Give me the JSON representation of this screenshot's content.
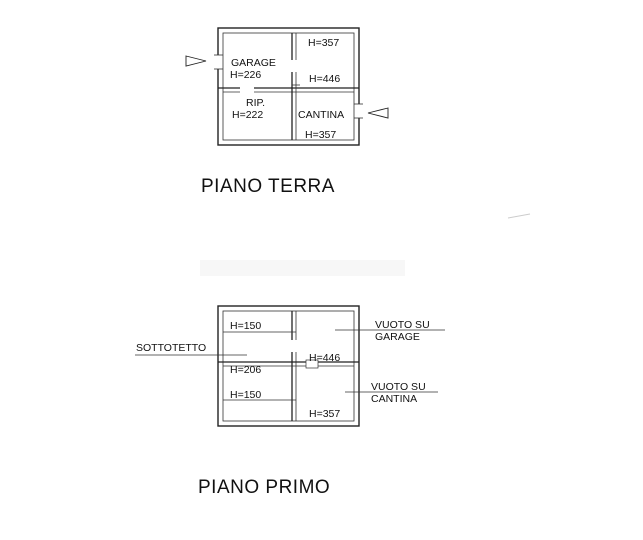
{
  "ground_floor": {
    "title": "PIANO TERRA",
    "garage_name": "GARAGE",
    "garage_height": "H=226",
    "rip_name": "RIP.",
    "rip_height": "H=222",
    "cantina_name": "CANTINA",
    "height_top_right": "H=357",
    "height_middle_right": "H=446",
    "height_bottom_right": "H=357"
  },
  "first_floor": {
    "title": "PIANO PRIMO",
    "sottotetto_label": "SOTTOTETTO",
    "height_top_left": "H=150",
    "height_middle_left": "H=206",
    "height_bottom_left": "H=150",
    "height_middle_right": "H=446",
    "height_bottom_right": "H=357",
    "void_garage_line1": "VUOTO SU",
    "void_garage_line2": "GARAGE",
    "void_cantina_line1": "VUOTO SU",
    "void_cantina_line2": "CANTINA"
  }
}
